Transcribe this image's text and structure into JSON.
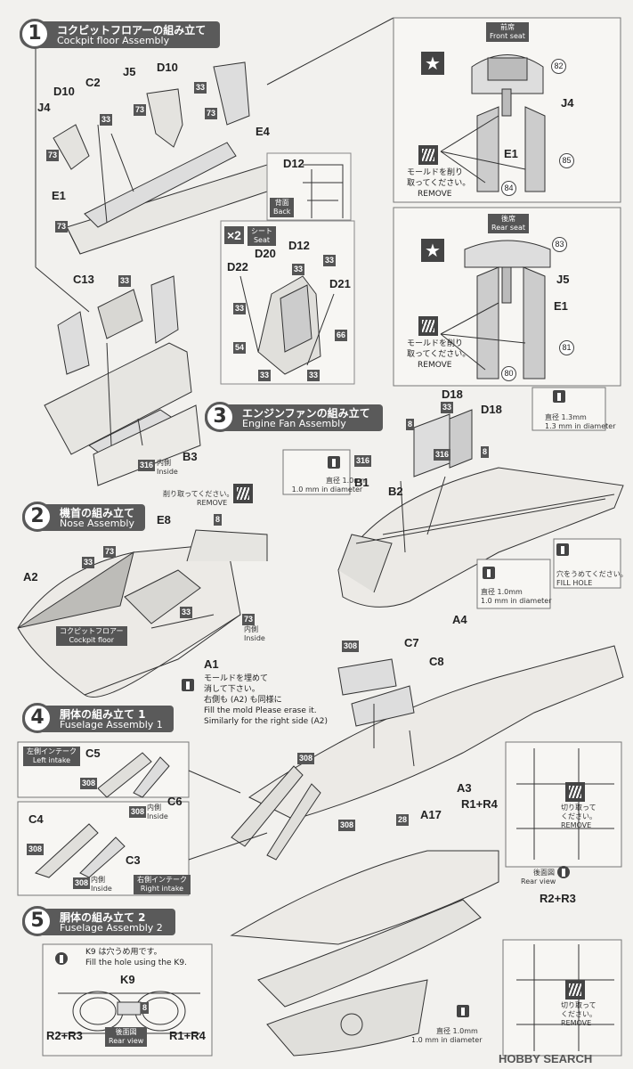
{
  "steps": [
    {
      "num": "1",
      "jp": "コクピットフロアーの組み立て",
      "en": "Cockpit floor Assembly"
    },
    {
      "num": "2",
      "jp": "機首の組み立て",
      "en": "Nose Assembly"
    },
    {
      "num": "3",
      "jp": "エンジンファンの組み立て",
      "en": "Engine Fan Assembly"
    },
    {
      "num": "4",
      "jp": "胴体の組み立て 1",
      "en": "Fuselage Assembly 1"
    },
    {
      "num": "5",
      "jp": "胴体の組み立て 2",
      "en": "Fuselage Assembly 2"
    }
  ],
  "parts": {
    "c2": "C2",
    "j5": "J5",
    "d10a": "D10",
    "d10b": "D10",
    "j4": "J4",
    "e1": "E1",
    "e4": "E4",
    "d12a": "D12",
    "d12b": "D12",
    "d20": "D20",
    "d22": "D22",
    "d21": "D21",
    "c13": "C13",
    "b3": "B3",
    "j4r": "J4",
    "e1r": "E1",
    "j5r": "J5",
    "e1r2": "E1",
    "d18a": "D18",
    "d18b": "D18",
    "b1": "B1",
    "b2": "B2",
    "a4": "A4",
    "e8": "E8",
    "a2": "A2",
    "a1": "A1",
    "c7": "C7",
    "c8": "C8",
    "a3": "A3",
    "a17": "A17",
    "r1r4": "R1+R4",
    "r2r3": "R2+R3",
    "c5": "C5",
    "c6": "C6",
    "c4": "C4",
    "c3": "C3",
    "k9": "K9",
    "r2r3b": "R2+R3",
    "r1r4b": "R1+R4"
  },
  "tags": {
    "t73": "73",
    "t33": "33",
    "t66": "66",
    "t54": "54",
    "t316": "316",
    "t8": "8",
    "t308": "308",
    "t28": "28"
  },
  "decals": {
    "d82": "82",
    "d85": "85",
    "d84": "84",
    "d83": "83",
    "d81": "81",
    "d80": "80"
  },
  "front_seat": {
    "jp": "前席",
    "en": "Front seat"
  },
  "rear_seat": {
    "jp": "後席",
    "en": "Rear seat"
  },
  "seat": {
    "mult": "×2",
    "jp": "シート",
    "en": "Seat"
  },
  "back": {
    "jp": "背面",
    "en": "Back"
  },
  "remove_note": {
    "jp1": "モールドを削り",
    "jp2": "取ってください。",
    "en": "REMOVE"
  },
  "remove_short": {
    "jp": "削り取ってください。",
    "en": "REMOVE"
  },
  "inside": {
    "jp": "内側",
    "en": "Inside"
  },
  "cockpit_floor": {
    "jp": "コクピットフロアー",
    "en": "Cockpit floor"
  },
  "drill13": {
    "jp": "直径 1.3mm",
    "en": "1.3 mm in diameter"
  },
  "drill10": {
    "jp": "直径 1.0mm",
    "en": "1.0 mm in diameter"
  },
  "fill_hole": {
    "jp": "穴をうめてください。",
    "en": "FILL  HOLE"
  },
  "fill_mold": {
    "jp1": "モールドを埋めて",
    "jp2": "消して下さい。",
    "jp3": "右側も (A2) も同様に",
    "en1": "Fill the mold Please erase it.",
    "en2": "Similarly for the right side (A2)"
  },
  "left_intake": {
    "jp": "左側インテーク",
    "en": "Left intake"
  },
  "right_intake": {
    "jp": "右側インテーク",
    "en": "Right intake"
  },
  "cut_off": {
    "jp1": "切り取って",
    "jp2": "ください。",
    "en": "REMOVE"
  },
  "rear_view": {
    "jp": "後面図",
    "en": "Rear view"
  },
  "k9_note": {
    "jp": "K9 は穴うめ用です。",
    "en": "Fill the hole using the K9."
  },
  "watermark": "HOBBY SEARCH"
}
